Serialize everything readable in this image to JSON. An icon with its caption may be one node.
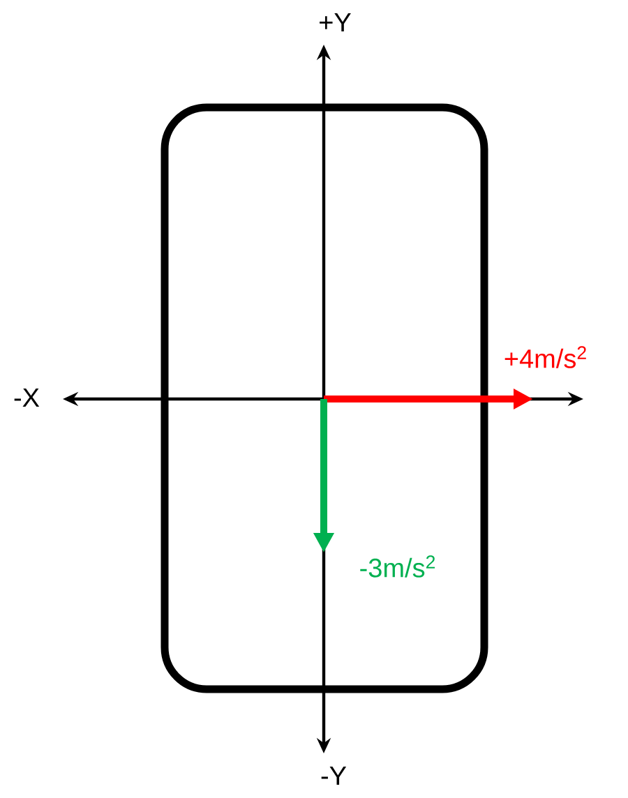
{
  "diagram": {
    "labels": [
      "+Y",
      "-X",
      "+4m/s$^{2}$",
      "-3m/s$^{2}$",
      "-Y"
    ]
  }
}
